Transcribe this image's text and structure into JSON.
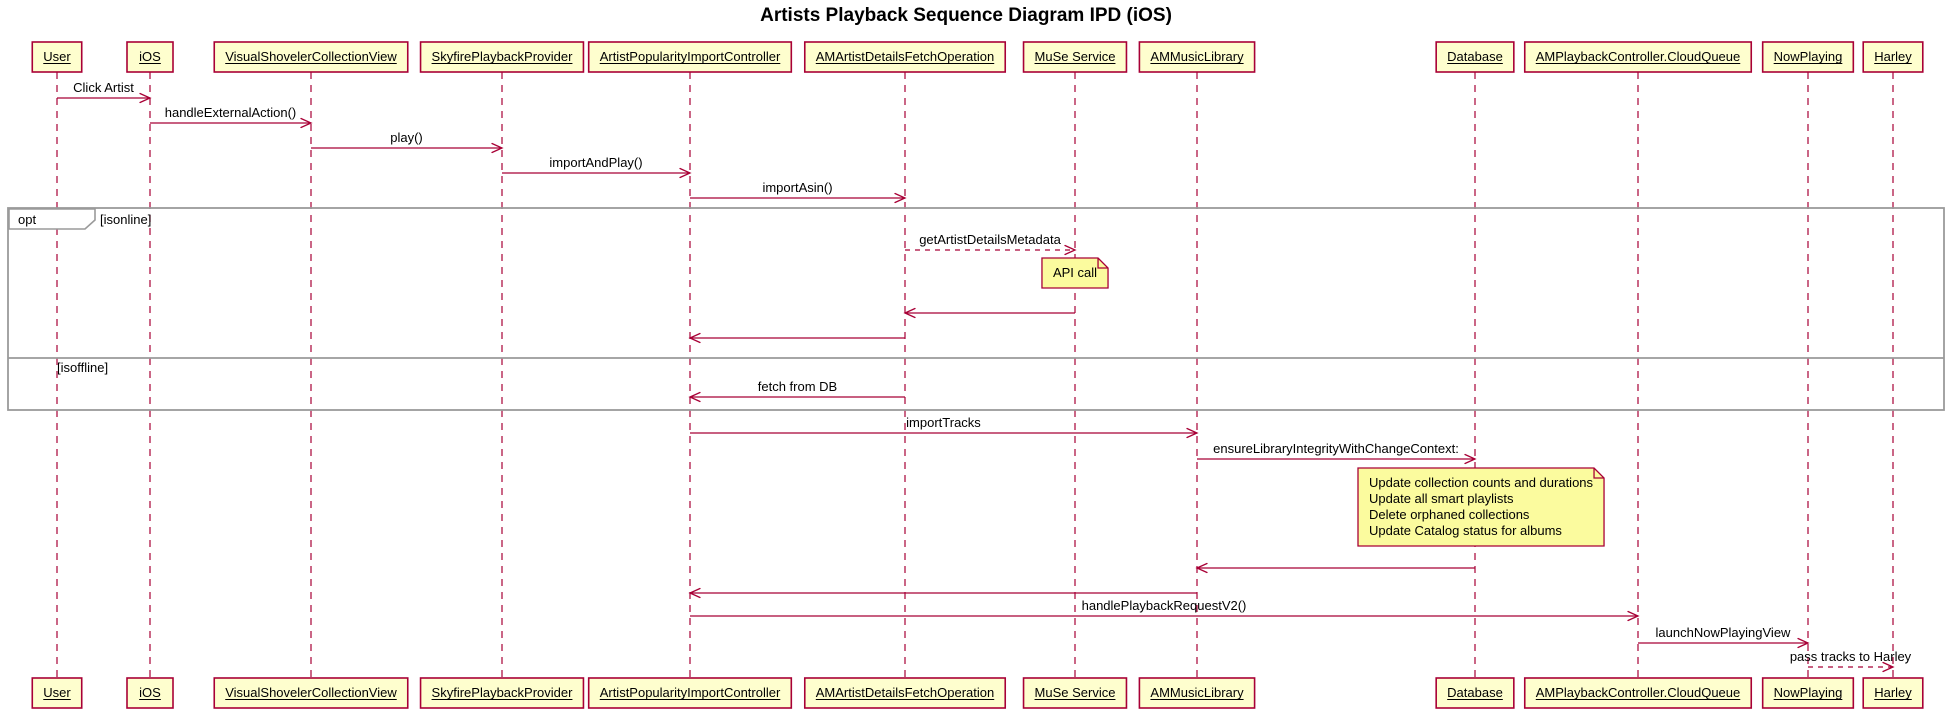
{
  "title": "Artists Playback Sequence Diagram IPD (iOS)",
  "participants": [
    "User",
    "iOS",
    "VisualShovelerCollectionView",
    "SkyfirePlaybackProvider",
    "ArtistPopularityImportController",
    "AMArtistDetailsFetchOperation",
    "MuSe Service",
    "AMMusicLibrary",
    "Database",
    "AMPlaybackController.CloudQueue",
    "NowPlaying",
    "Harley"
  ],
  "messages": [
    {
      "from": "User",
      "to": "iOS",
      "label": "Click Artist",
      "line": "solid"
    },
    {
      "from": "iOS",
      "to": "VisualShovelerCollectionView",
      "label": "handleExternalAction()",
      "line": "solid"
    },
    {
      "from": "VisualShovelerCollectionView",
      "to": "SkyfirePlaybackProvider",
      "label": "play()",
      "line": "solid"
    },
    {
      "from": "SkyfirePlaybackProvider",
      "to": "ArtistPopularityImportController",
      "label": "importAndPlay()",
      "line": "solid"
    },
    {
      "from": "ArtistPopularityImportController",
      "to": "AMArtistDetailsFetchOperation",
      "label": "importAsin()",
      "line": "solid"
    },
    {
      "from": "AMArtistDetailsFetchOperation",
      "to": "MuSe Service",
      "label": "getArtistDetailsMetadata",
      "line": "dashed"
    },
    {
      "from": "MuSe Service",
      "to": "AMArtistDetailsFetchOperation",
      "label": "",
      "line": "solid"
    },
    {
      "from": "AMArtistDetailsFetchOperation",
      "to": "ArtistPopularityImportController",
      "label": "",
      "line": "solid"
    },
    {
      "from": "AMArtistDetailsFetchOperation",
      "to": "ArtistPopularityImportController",
      "label": "fetch from DB",
      "line": "solid"
    },
    {
      "from": "ArtistPopularityImportController",
      "to": "AMMusicLibrary",
      "label": "importTracks",
      "line": "solid"
    },
    {
      "from": "AMMusicLibrary",
      "to": "Database",
      "label": "ensureLibraryIntegrityWithChangeContext:",
      "line": "solid"
    },
    {
      "from": "Database",
      "to": "AMMusicLibrary",
      "label": "",
      "line": "solid"
    },
    {
      "from": "AMMusicLibrary",
      "to": "ArtistPopularityImportController",
      "label": "",
      "line": "solid"
    },
    {
      "from": "ArtistPopularityImportController",
      "to": "AMPlaybackController.CloudQueue",
      "label": "handlePlaybackRequestV2()",
      "line": "solid"
    },
    {
      "from": "AMPlaybackController.CloudQueue",
      "to": "NowPlaying",
      "label": "launchNowPlayingView",
      "line": "solid"
    },
    {
      "from": "NowPlaying",
      "to": "Harley",
      "label": "pass tracks to Harley",
      "line": "dashed"
    }
  ],
  "frame": {
    "operator": "opt",
    "guards": [
      "[isonline]",
      "[isoffline]"
    ]
  },
  "notes": [
    {
      "lines": [
        "API call"
      ]
    },
    {
      "lines": [
        "Update collection counts and durations",
        "Update all smart playlists",
        "Delete orphaned collections",
        "Update Catalog status for albums"
      ]
    }
  ],
  "colors": {
    "participant_fill": "#FEFECE",
    "accent": "#A80036",
    "note_fill": "#FBFB9E",
    "frame_border": "#9A9A9A"
  }
}
